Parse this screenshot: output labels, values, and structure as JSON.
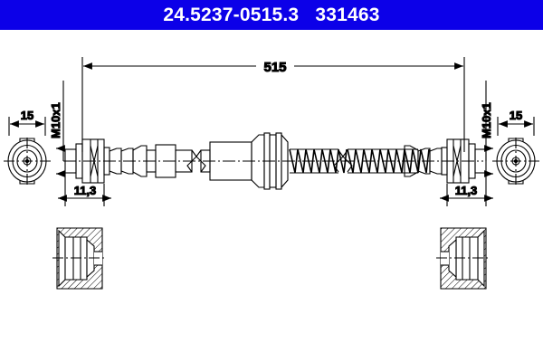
{
  "header": {
    "part_number": "24.5237-0515.3",
    "reference_number": "331463",
    "combined": "24.5237-0515.3   331463",
    "background_color": "#0c00e8",
    "text_color": "#ffffff"
  },
  "drawing": {
    "title": "Brake hose technical drawing",
    "line_color": "#000000",
    "background_color": "#ffffff",
    "dimensions": {
      "overall_length": "515",
      "left_thread": "M10x1",
      "right_thread": "M10x1",
      "left_hex_width": "15",
      "right_hex_width": "15",
      "left_fitting_length": "11,3",
      "right_fitting_length": "11,3"
    },
    "views": {
      "left_end_view_label": "left-end-circular-view",
      "right_end_view_label": "right-end-circular-view",
      "left_section_label": "left-section-detail",
      "right_section_label": "right-section-detail",
      "main_label": "main-side-view"
    }
  }
}
